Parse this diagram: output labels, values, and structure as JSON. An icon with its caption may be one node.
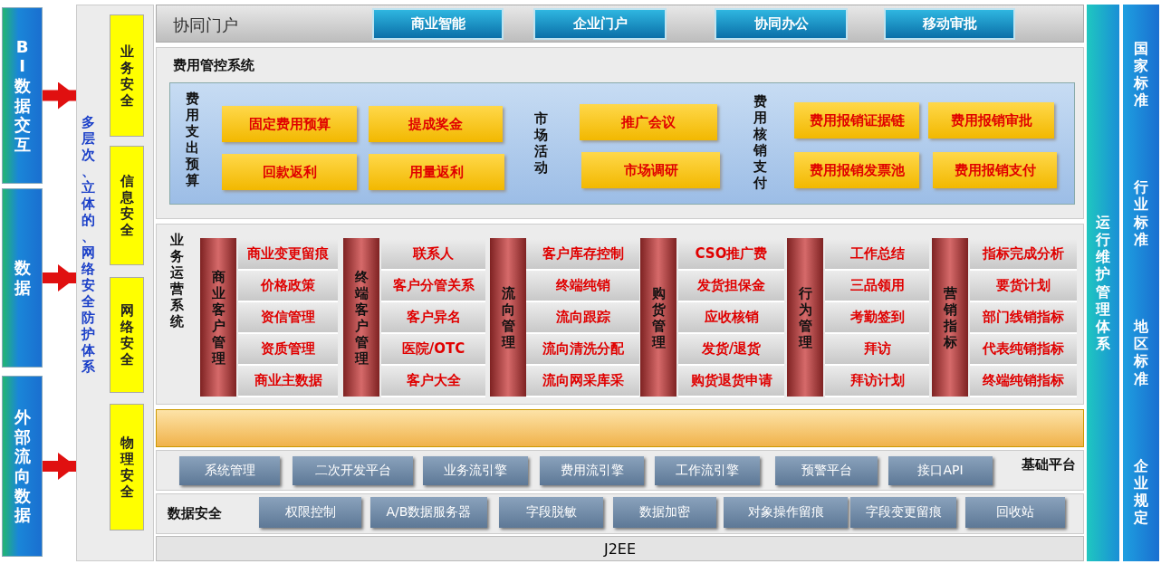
{
  "diagram": {
    "nodes": [
      {
        "text": [
          "BI数据交互"
        ]
      },
      {
        "text": [
          "数据"
        ]
      },
      {
        "text": [
          "外部流向数据"
        ]
      },
      {
        "text": [
          "多层次、立体的、网络安全防护体系"
        ]
      },
      {
        "text": [
          "业务安全"
        ],
        "in": 3
      },
      {
        "text": [
          "信息安全"
        ],
        "in": 3
      },
      {
        "text": [
          "网络安全"
        ],
        "in": 3
      },
      {
        "text": [
          "物理安全"
        ],
        "in": 3
      },
      {
        "text": [
          "协同门户"
        ]
      },
      {
        "text": [
          "商业智能"
        ],
        "in": 8
      },
      {
        "text": [
          "企业门户"
        ],
        "in": 8
      },
      {
        "text": [
          "协同办公"
        ],
        "in": 8
      },
      {
        "text": [
          "移动审批"
        ],
        "in": 8
      },
      {
        "text": [
          "费用管控系统"
        ]
      },
      {
        "text": [],
        "shape": "box",
        "in": 13
      },
      {
        "text": [
          "固定费用预算"
        ],
        "in": 14
      },
      {
        "text": [
          "提成奖金"
        ],
        "in": 14
      },
      {
        "text": [
          "回款返利"
        ],
        "in": 14
      },
      {
        "text": [
          "用量返利"
        ],
        "in": 14
      },
      {
        "text": [
          "推广会议"
        ],
        "in": 14
      },
      {
        "text": [
          "市场调研"
        ],
        "in": 14
      },
      {
        "text": [
          "费用报销证据链"
        ],
        "in": 14
      },
      {
        "text": [
          "费用报销审批"
        ],
        "in": 14
      },
      {
        "text": [
          "费用报销发票池"
        ],
        "in": 14
      },
      {
        "text": [
          "费用报销支付"
        ],
        "in": 14
      },
      {
        "text": [
          "业务运营系统"
        ]
      },
      {
        "text": [
          "商业客户管理"
        ],
        "in": 25
      },
      {
        "text": [
          "商业变更留痕"
        ],
        "in": 25
      },
      {
        "text": [
          "价格政策"
        ],
        "in": 25
      },
      {
        "text": [
          "资信管理"
        ],
        "in": 25
      },
      {
        "text": [
          "资质管理"
        ],
        "in": 25
      },
      {
        "text": [
          "商业主数据"
        ],
        "in": 25
      },
      {
        "text": [
          "终端客户管理"
        ],
        "in": 25
      },
      {
        "text": [
          "联系人"
        ],
        "in": 25
      },
      {
        "text": [
          "客户分管关系"
        ],
        "in": 25
      },
      {
        "text": [
          "客户异名"
        ],
        "in": 25
      },
      {
        "text": [
          "医院/OTC"
        ],
        "in": 25
      },
      {
        "text": [
          "客户大全"
        ],
        "in": 25
      },
      {
        "text": [
          "流向管理"
        ],
        "in": 25
      },
      {
        "text": [
          "客户库存控制"
        ],
        "in": 25
      },
      {
        "text": [
          "终端纯销"
        ],
        "in": 25
      },
      {
        "text": [
          "流向跟踪"
        ],
        "in": 25
      },
      {
        "text": [
          "流向清洗分配"
        ],
        "in": 25
      },
      {
        "text": [
          "流向网采库采"
        ],
        "in": 25
      },
      {
        "text": [
          "购货管理"
        ],
        "in": 25
      },
      {
        "text": [
          "CSO推广费"
        ],
        "in": 25
      },
      {
        "text": [
          "发货担保金"
        ],
        "in": 25
      },
      {
        "text": [
          "应收核销"
        ],
        "in": 25
      },
      {
        "text": [
          "发货/退货"
        ],
        "in": 25
      },
      {
        "text": [
          "购货退货申请"
        ],
        "in": 25
      },
      {
        "text": [
          "行为管理"
        ],
        "in": 25
      },
      {
        "text": [
          "工作总结"
        ],
        "in": 25
      },
      {
        "text": [
          "三品领用"
        ],
        "in": 25
      },
      {
        "text": [
          "考勤签到"
        ],
        "in": 25
      },
      {
        "text": [
          "拜访"
        ],
        "in": 25
      },
      {
        "text": [
          "拜访计划"
        ],
        "in": 25
      },
      {
        "text": [
          "营销指标"
        ],
        "in": 25
      },
      {
        "text": [
          "指标完成分析"
        ],
        "in": 25
      },
      {
        "text": [
          "要货计划"
        ],
        "in": 25
      },
      {
        "text": [
          "部门线销指标"
        ],
        "in": 25
      },
      {
        "text": [
          "代表纯销指标"
        ],
        "in": 25
      },
      {
        "text": [
          "终端纯销指标"
        ],
        "in": 25
      },
      {
        "text": [],
        "shape": "bar"
      },
      {
        "text": [
          "基础平台"
        ]
      },
      {
        "text": [
          "系统管理"
        ],
        "in": 63
      },
      {
        "text": [
          "二次开发平台"
        ],
        "in": 63
      },
      {
        "text": [
          "业务流引擎"
        ],
        "in": 63
      },
      {
        "text": [
          "费用流引擎"
        ],
        "in": 63
      },
      {
        "text": [
          "工作流引擎"
        ],
        "in": 63
      },
      {
        "text": [
          "预警平台"
        ],
        "in": 63
      },
      {
        "text": [
          "接口API"
        ],
        "in": 63
      },
      {
        "text": [
          "数据安全"
        ]
      },
      {
        "text": [
          "权限控制"
        ],
        "in": 71
      },
      {
        "text": [
          "A/B数据服务器"
        ],
        "in": 71
      },
      {
        "text": [
          "字段脱敏"
        ],
        "in": 71
      },
      {
        "text": [
          "数据加密"
        ],
        "in": 71
      },
      {
        "text": [
          "对象操作留痕"
        ],
        "in": 71
      },
      {
        "text": [
          "字段变更留痕"
        ],
        "in": 71
      },
      {
        "text": [
          "回收站"
        ],
        "in": 71
      },
      {
        "text": [
          "J2EE"
        ]
      },
      {
        "text": [
          "运行维护管理体系"
        ]
      },
      {
        "text": [
          "国家标准",
          "行业标准",
          "地区标准",
          "企业规定"
        ]
      }
    ],
    "edges": [
      {
        "from": 0,
        "to": 3,
        "arrow": "to"
      },
      {
        "from": 1,
        "to": 3,
        "arrow": "to"
      },
      {
        "from": 2,
        "to": 3,
        "arrow": "to"
      }
    ],
    "labels": [
      "费用支出预算",
      "市场活动",
      "费用核销支付"
    ]
  }
}
